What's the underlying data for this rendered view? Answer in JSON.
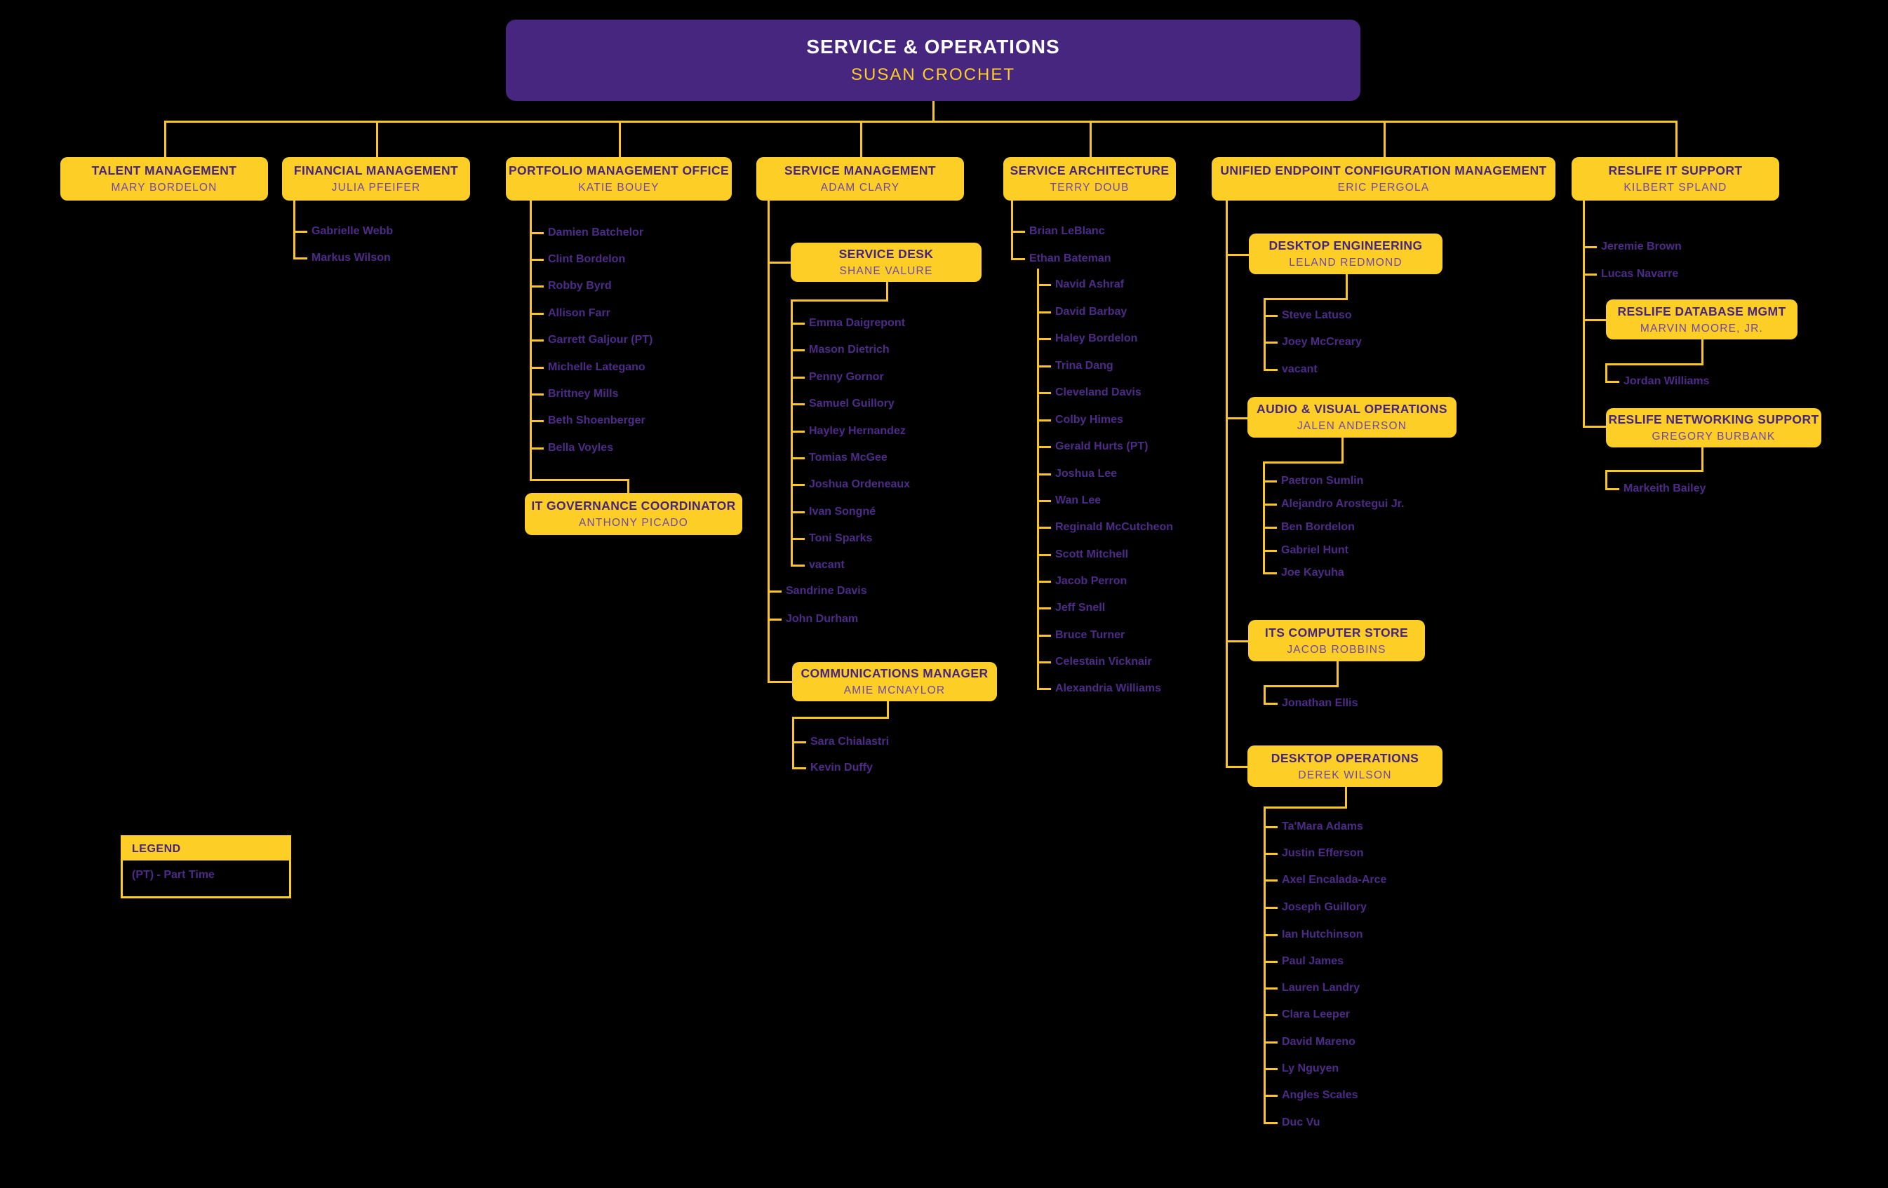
{
  "palette": {
    "background": "#000000",
    "brand_purple": "#46267F",
    "brand_gold": "#FDCE26",
    "connector_gold": "#FBC623",
    "box_title_text": "#46257E",
    "box_person_text": "#6D47AD",
    "staff_text": "#4E2B88",
    "root_title_text": "#FFFFFF"
  },
  "root": {
    "title": "SERVICE & OPERATIONS",
    "name": "SUSAN CROCHET"
  },
  "departments": {
    "talent": {
      "title": "TALENT MANAGEMENT",
      "name": "MARY BORDELON"
    },
    "financial": {
      "title": "FINANCIAL MANAGEMENT",
      "name": "JULIA PFEIFER",
      "staff": [
        "Gabrielle Webb",
        "Markus Wilson"
      ]
    },
    "portfolio": {
      "title": "PORTFOLIO MANAGEMENT OFFICE",
      "name": "KATIE BOUEY",
      "staff": [
        "Damien Batchelor",
        "Clint Bordelon",
        "Robby Byrd",
        "Allison Farr",
        "Garrett Galjour (PT)",
        "Michelle Lategano",
        "Brittney Mills",
        "Beth Shoenberger",
        "Bella Voyles"
      ]
    },
    "it_governance": {
      "title": "IT GOVERNANCE COORDINATOR",
      "name": "ANTHONY PICADO"
    },
    "service_management": {
      "title": "SERVICE MANAGEMENT",
      "name": "ADAM CLARY",
      "staff": [
        "Sandrine Davis",
        "John Durham"
      ]
    },
    "service_desk": {
      "title": "SERVICE DESK",
      "name": "SHANE VALURE",
      "staff": [
        "Emma Daigrepont",
        "Mason Dietrich",
        "Penny Gornor",
        "Samuel Guillory",
        "Hayley Hernandez",
        "Tomias McGee",
        "Joshua Ordeneaux",
        "Ivan Songné",
        "Toni Sparks",
        "vacant"
      ]
    },
    "communications": {
      "title": "COMMUNICATIONS MANAGER",
      "name": "AMIE MCNAYLOR",
      "staff": [
        "Sara Chialastri",
        "Kevin Duffy"
      ]
    },
    "service_architecture": {
      "title": "SERVICE ARCHITECTURE",
      "name": "TERRY DOUB",
      "staff": [
        "Brian LeBlanc",
        "Ethan Bateman"
      ],
      "bateman_team": [
        "Navid Ashraf",
        "David Barbay",
        "Haley Bordelon",
        "Trina Dang",
        "Cleveland Davis",
        "Colby Himes",
        "Gerald Hurts (PT)",
        "Joshua Lee",
        "Wan Lee",
        "Reginald McCutcheon",
        "Scott Mitchell",
        "Jacob Perron",
        "Jeff Snell",
        "Bruce Turner",
        "Celestain Vicknair",
        "Alexandria Williams"
      ]
    },
    "uecm": {
      "title": "UNIFIED ENDPOINT CONFIGURATION MANAGEMENT",
      "name": "ERIC PERGOLA"
    },
    "desktop_engineering": {
      "title": "DESKTOP ENGINEERING",
      "name": "LELAND REDMOND",
      "staff": [
        "Steve Latuso",
        "Joey McCreary",
        "vacant"
      ]
    },
    "av_operations": {
      "title": "AUDIO & VISUAL OPERATIONS",
      "name": "JALEN ANDERSON",
      "staff": [
        "Paetron Sumlin",
        "Alejandro Arostegui Jr.",
        "Ben Bordelon",
        "Gabriel Hunt",
        "Joe Kayuha"
      ]
    },
    "its_computer_store": {
      "title": "ITS COMPUTER STORE",
      "name": "JACOB ROBBINS",
      "staff": [
        "Jonathan Ellis"
      ]
    },
    "desktop_operations": {
      "title": "DESKTOP OPERATIONS",
      "name": "DEREK WILSON",
      "staff": [
        "Ta'Mara Adams",
        "Justin Efferson",
        "Axel Encalada-Arce",
        "Joseph Guillory",
        "Ian Hutchinson",
        "Paul James",
        "Lauren Landry",
        "Clara Leeper",
        "David Mareno",
        "Ly Nguyen",
        "Angles Scales",
        "Duc Vu"
      ]
    },
    "reslife": {
      "title": "RESLIFE IT SUPPORT",
      "name": "KILBERT SPLAND",
      "staff": [
        "Jeremie Brown",
        "Lucas Navarre"
      ]
    },
    "reslife_database": {
      "title": "RESLIFE DATABASE MGMT",
      "name": "MARVIN MOORE, JR.",
      "staff": [
        "Jordan Williams"
      ]
    },
    "reslife_networking": {
      "title": "RESLIFE NETWORKING SUPPORT",
      "name": "GREGORY BURBANK",
      "staff": [
        "Markeith Bailey"
      ]
    }
  },
  "legend": {
    "title": "LEGEND",
    "items": [
      "(PT) - Part Time"
    ]
  }
}
